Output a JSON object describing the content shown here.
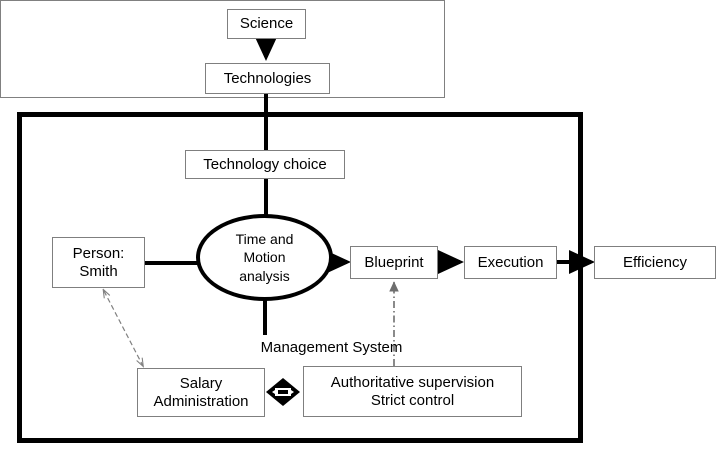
{
  "diagram": {
    "title": "Scientific management / Taylorism process diagram",
    "nodes": {
      "science": {
        "label": "Science"
      },
      "technologies": {
        "label": "Technologies"
      },
      "technology_choice": {
        "label": "Technology choice"
      },
      "time_motion": {
        "label": "Time and\nMotion\nanalysis"
      },
      "person": {
        "label": "Person:\nSmith"
      },
      "blueprint": {
        "label": "Blueprint"
      },
      "execution": {
        "label": "Execution"
      },
      "efficiency": {
        "label": "Efficiency"
      },
      "management_system": {
        "label": "Management System"
      },
      "salary": {
        "label": "Salary\nAdministration"
      },
      "supervision": {
        "label": "Authoritative supervision\nStrict control"
      }
    },
    "colors": {
      "line": "#000000",
      "box_border": "#7f7f7f",
      "background": "#ffffff",
      "dashed_line": "#808080"
    }
  }
}
